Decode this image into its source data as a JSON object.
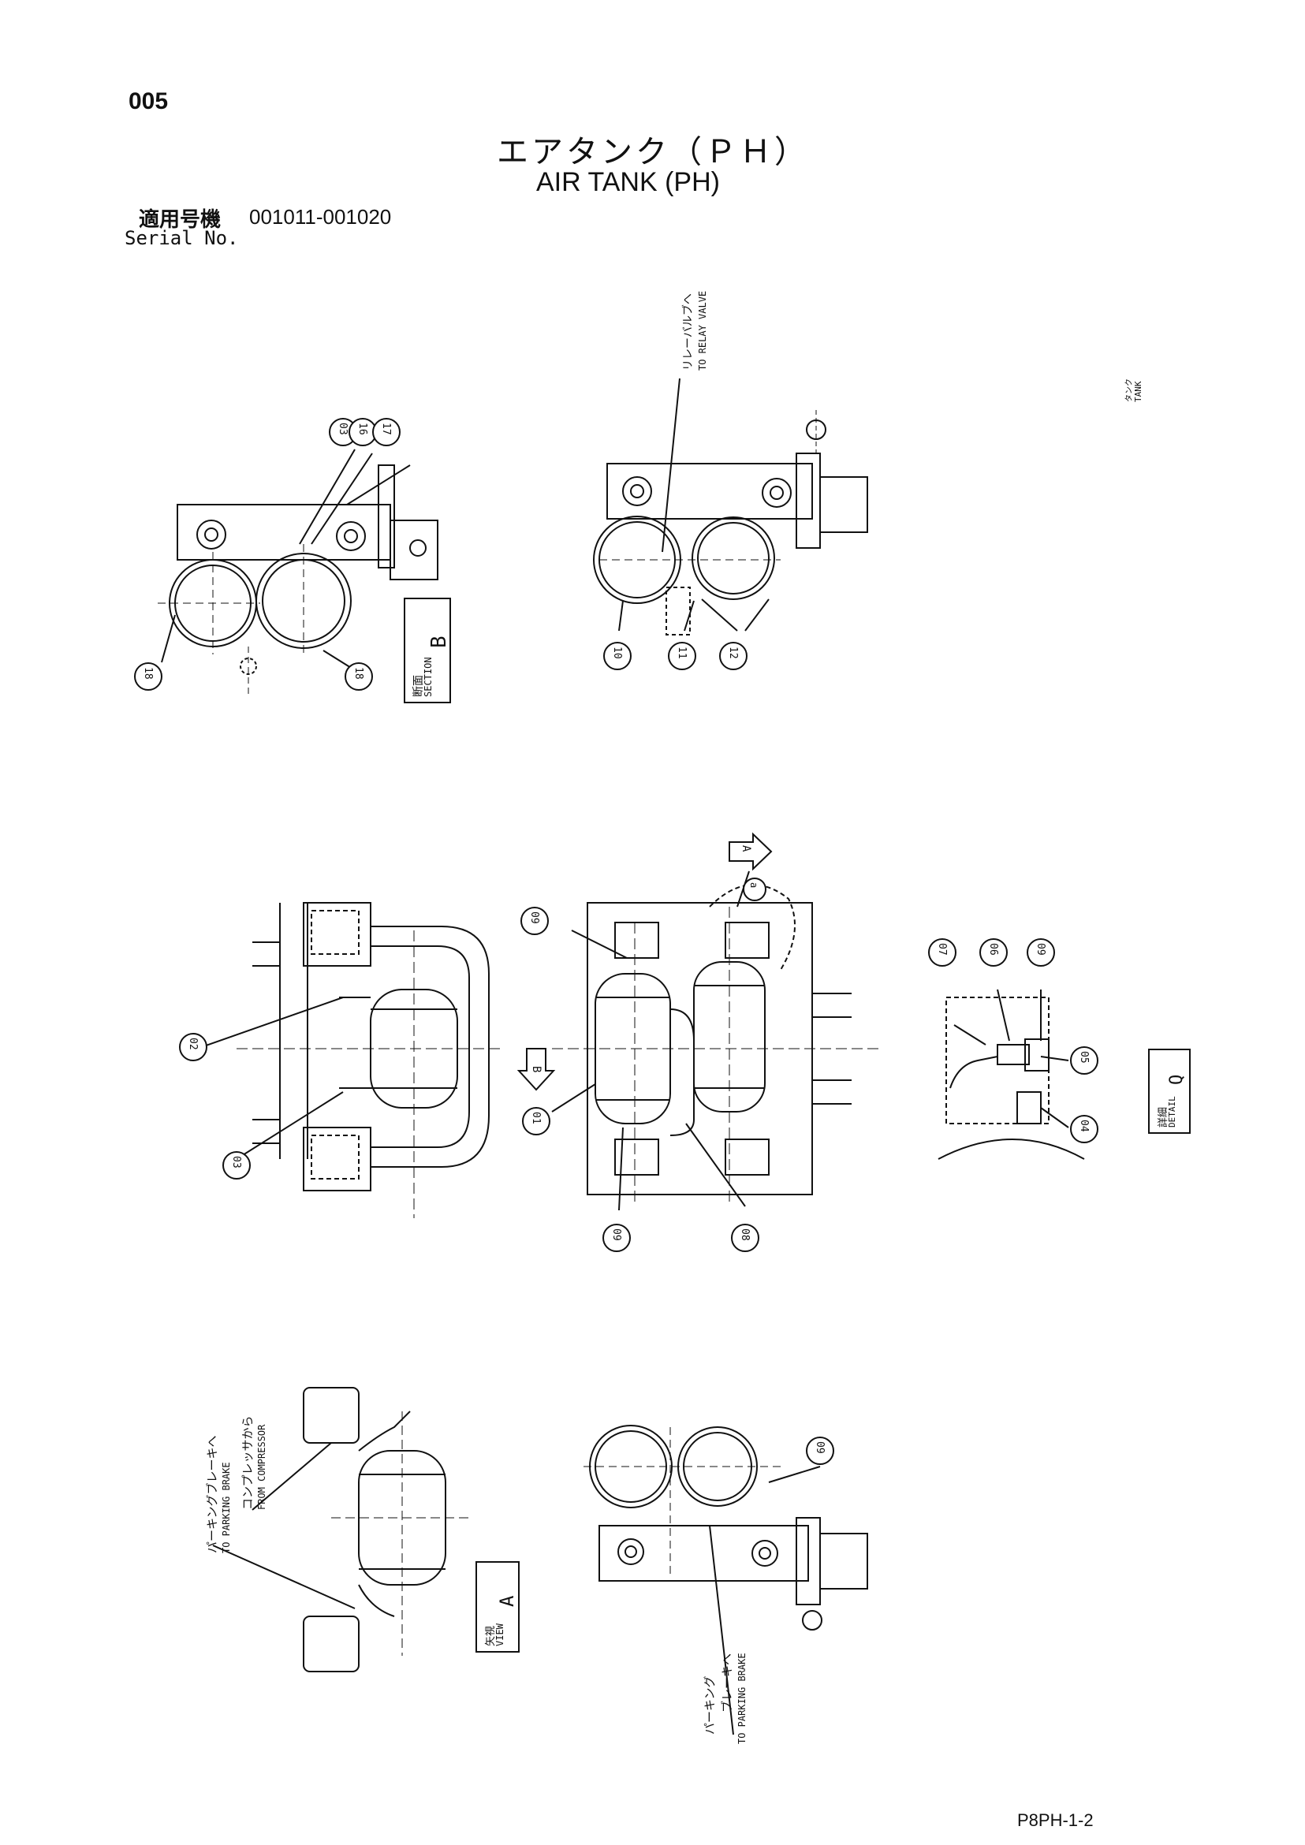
{
  "header": {
    "page_number": "005",
    "title_jp": "エアタンク（ＰＨ）",
    "title_en": "AIR TANK (PH)",
    "serial_label_jp": "適用号機",
    "serial_range": "001011-001020",
    "serial_label_en": "Serial No."
  },
  "notes": {
    "to_relay_valve_jp": "リレーバルブへ",
    "to_relay_valve_en": "TO RELAY VALVE",
    "tank_jp": "タンク",
    "tank_en": "TANK",
    "to_parking_brake_jp": "パーキングブレーキへ",
    "to_parking_brake_en": "TO PARKING BRAKE",
    "from_compressor_jp": "コンプレッサから",
    "from_compressor_en": "FROM COMPRESSOR",
    "to_parking_brake2_jp1": "パーキング",
    "to_parking_brake2_jp2": "ブレーキへ",
    "to_parking_brake2_en": "TO PARKING BRAKE"
  },
  "views": {
    "section_b": {
      "jp": "断面",
      "en": "SECTION",
      "letter": "B"
    },
    "detail_q": {
      "jp": "詳細",
      "en": "DETAIL",
      "letter": "Q"
    },
    "view_a": {
      "jp": "矢視",
      "en": "VIEW",
      "letter": "A"
    },
    "arrow_a": "A",
    "arrow_b": "B",
    "callout_a": "a"
  },
  "callouts": {
    "c01": "01",
    "c02": "02",
    "c03": "03",
    "c04": "04",
    "c05": "05",
    "c06": "06",
    "c07": "07",
    "c08": "08",
    "c09": "09",
    "c10": "10",
    "c11": "11",
    "c12": "12",
    "c16": "16",
    "c17": "17",
    "c18": "18"
  },
  "footer": {
    "drawing_code": "P8PH-1-2"
  }
}
